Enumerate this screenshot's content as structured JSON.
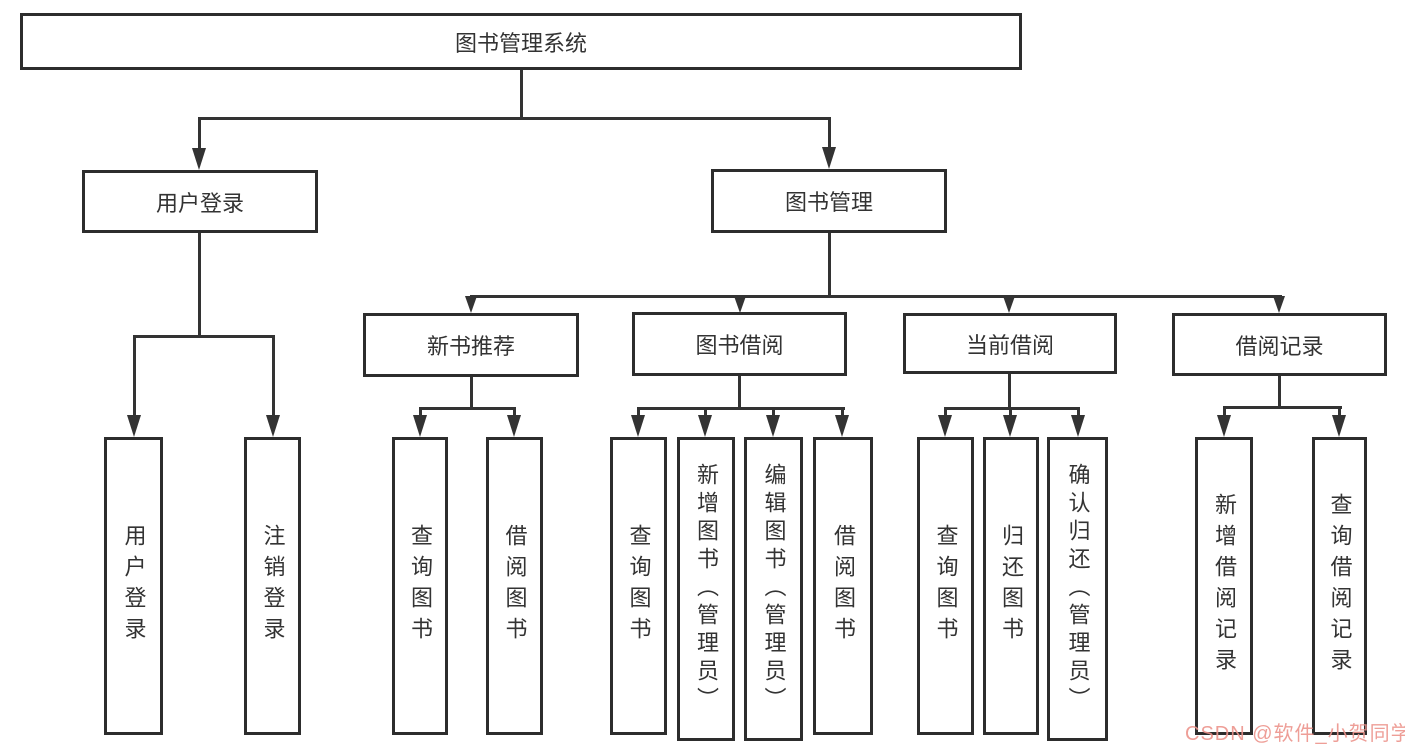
{
  "diagram": {
    "root": {
      "label": "图书管理系统"
    },
    "level2": [
      {
        "id": "user-login",
        "label": "用户登录"
      },
      {
        "id": "book-management",
        "label": "图书管理"
      }
    ],
    "level3": [
      {
        "id": "new-book-recommend",
        "label": "新书推荐",
        "parent": "图书管理"
      },
      {
        "id": "book-borrow",
        "label": "图书借阅",
        "parent": "图书管理"
      },
      {
        "id": "current-borrow",
        "label": "当前借阅",
        "parent": "图书管理"
      },
      {
        "id": "borrow-records",
        "label": "借阅记录",
        "parent": "图书管理"
      }
    ],
    "leaves": [
      {
        "parent": "用户登录",
        "label": "用户登录"
      },
      {
        "parent": "用户登录",
        "label": "注销登录"
      },
      {
        "parent": "新书推荐",
        "label": "查询图书"
      },
      {
        "parent": "新书推荐",
        "label": "借阅图书"
      },
      {
        "parent": "图书借阅",
        "label": "查询图书"
      },
      {
        "parent": "图书借阅",
        "label": "新增图书（管理员）"
      },
      {
        "parent": "图书借阅",
        "label": "编辑图书（管理员）"
      },
      {
        "parent": "图书借阅",
        "label": "借阅图书"
      },
      {
        "parent": "当前借阅",
        "label": "查询图书"
      },
      {
        "parent": "当前借阅",
        "label": "归还图书"
      },
      {
        "parent": "当前借阅",
        "label": "确认归还（管理员）"
      },
      {
        "parent": "借阅记录",
        "label": "新增借阅记录"
      },
      {
        "parent": "借阅记录",
        "label": "查询借阅记录"
      }
    ],
    "watermark": "CSDN @软件_小贺同学",
    "colors": {
      "line": "#333333",
      "box_border": "#2d2d2d",
      "box_fill": "#ffffff",
      "text": "#333333",
      "watermark": "#ec948c",
      "background": "#ffffff"
    }
  }
}
